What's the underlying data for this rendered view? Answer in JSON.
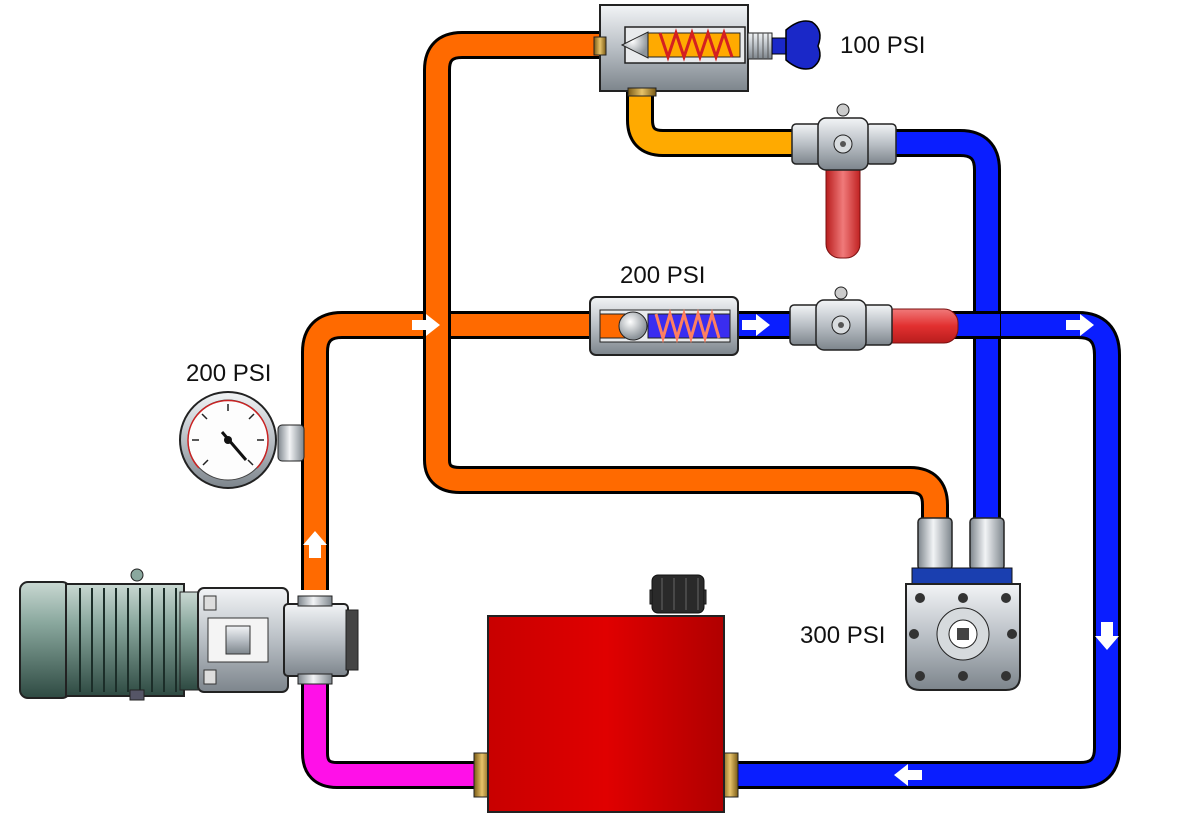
{
  "labels": {
    "relief_valve_top": "100 PSI",
    "relief_valve_mid": "200 PSI",
    "gauge": "200 PSI",
    "motor": "300 PSI"
  },
  "colors": {
    "pressure_line": "#ff6a00",
    "pilot_line": "#ffaa00",
    "return_line": "#0a1eff",
    "suction_line": "#ff10e8",
    "reservoir": "#dd0000",
    "valve_handle": "#e23030",
    "flow_arrow": "#ffffff",
    "metal": "#c8cdd2",
    "motor_body": "#6a8f84"
  },
  "components": {
    "electric_motor": "electric-motor",
    "pump": "hydraulic-pump",
    "reservoir": "reservoir-tank",
    "pressure_gauge": "pressure-gauge",
    "relief_valve_adjustable": "adjustable-relief-valve",
    "relief_valve_fixed": "check-relief-valve",
    "ball_valves": [
      "ball-valve-upper",
      "ball-valve-lower"
    ],
    "hydraulic_motor": "hydraulic-motor"
  }
}
